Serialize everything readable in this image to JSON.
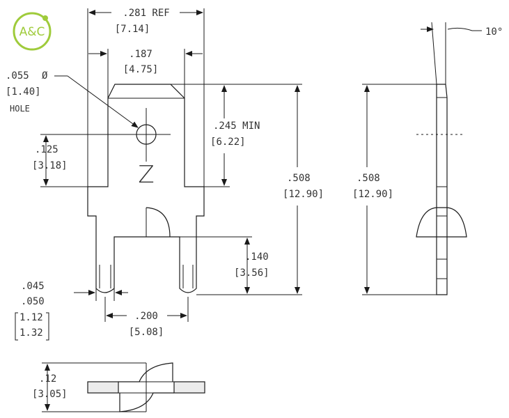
{
  "logo": {
    "text": "A&C",
    "color": "#9fcb3b"
  },
  "front_view": {
    "overall_width": {
      "inch": ".281 REF",
      "mm": "7.14"
    },
    "tab_width": {
      "inch": ".187",
      "mm": "4.75"
    },
    "hole": {
      "inch": ".055",
      "symbol": "Ø",
      "mm": "1.40",
      "note": "HOLE"
    },
    "hole_height": {
      "inch": ".125",
      "mm": "3.18"
    },
    "tab_length": {
      "inch": ".245 MIN",
      "mm": "6.22"
    },
    "marking": "Z",
    "overall_height": {
      "inch": ".508",
      "mm": "12.90"
    },
    "leg_length": {
      "inch": ".140",
      "mm": "3.56"
    },
    "leg_width": {
      "inch_min": ".045",
      "inch_max": ".050",
      "mm_min": "1.12",
      "mm_max": "1.32"
    },
    "leg_spacing": {
      "inch": ".200",
      "mm": "5.08"
    }
  },
  "side_view": {
    "angle": "10°",
    "overall_height": {
      "inch": ".508",
      "mm": "12.90"
    }
  },
  "bottom_view": {
    "thickness": {
      "inch": ".12",
      "mm": "3.05"
    }
  },
  "colors": {
    "line": "#1a1a1a",
    "text": "#333333",
    "logo": "#9fcb3b"
  }
}
